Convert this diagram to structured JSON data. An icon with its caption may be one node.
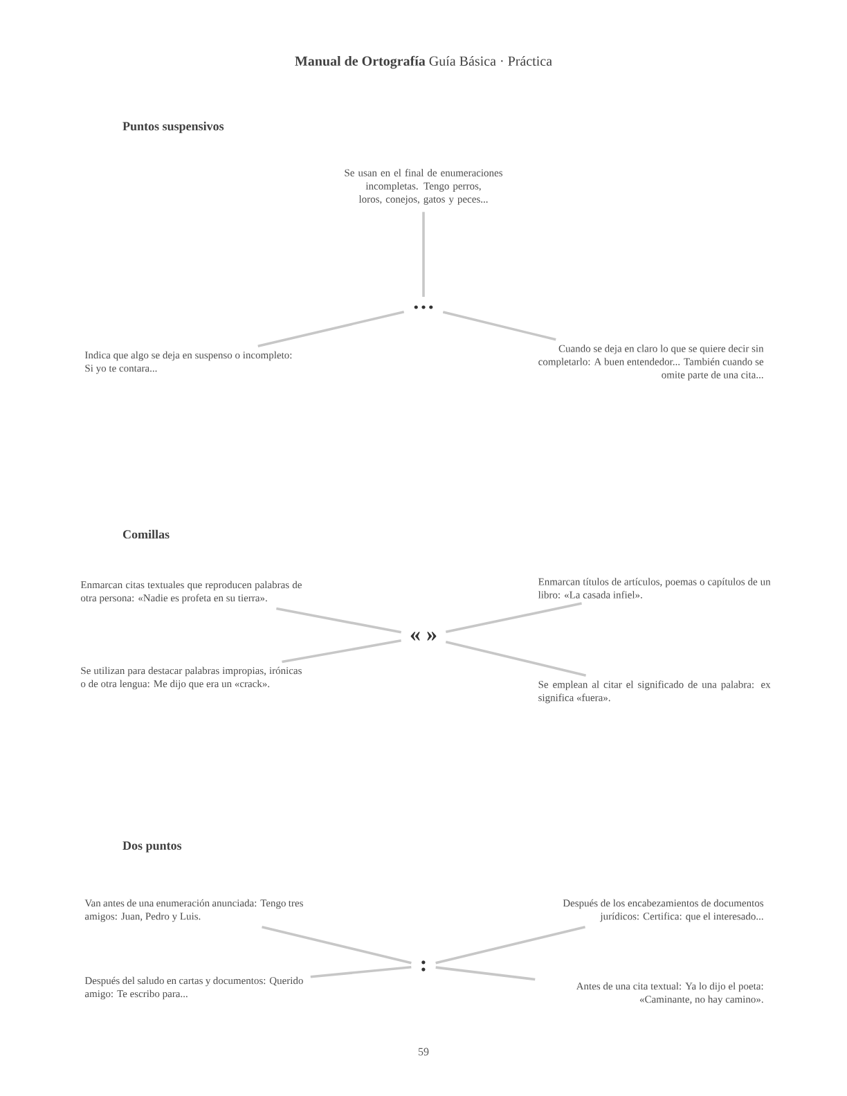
{
  "diagram": {
    "title": "**Manual de Ortografía** Guía Básica · Práctica",
    "nodes": [
      {
        "text": [
          "Se usan en el final de enumeraciones incompletas. Tengo perros, loros, conejos, gatos y peces..."
        ]
      },
      {
        "text": [
          "…"
        ]
      },
      {
        "text": [
          "Indica que algo se deja en suspenso o incompleto: Si yo te contara..."
        ]
      },
      {
        "text": [
          "Cuando se deja en claro lo que se quiere decir sin completarlo: A buen entendedor... También cuando se omite parte de una cita..."
        ]
      },
      {
        "text": [
          "Enmarcan citas textuales que reproducen palabras de otra persona: «Nadie es profeta en su tierra»."
        ]
      },
      {
        "text": [
          "« »"
        ]
      },
      {
        "text": [
          "Se utilizan para destacar palabras impropias, irónicas o de otra lengua: Me dijo que era un «crack»."
        ]
      },
      {
        "text": [
          "Enmarcan títulos de artículos, poemas o capítulos de un libro: «La casada infiel»."
        ]
      },
      {
        "text": [
          "Se emplean al citar el significado de una palabra: ex significa «fuera»."
        ]
      },
      {
        "text": [
          "Van antes de una enumeración anunciada: Tengo tres amigos: Juan, Pedro y Luis."
        ]
      },
      {
        "text": [
          ":"
        ]
      },
      {
        "text": [
          "Después del saludo en cartas y documentos: Querido amigo: Te escribo para..."
        ]
      },
      {
        "text": [
          "Después de los encabezamientos de documentos jurídicos: Certifica: que el interesado..."
        ]
      },
      {
        "text": [
          "Antes de una cita textual: Ya lo dijo el poeta: «Caminante, no hay camino»."
        ]
      }
    ],
    "edges": [
      {
        "from": 0,
        "to": 1,
        "arrow": "none"
      },
      {
        "from": 1,
        "to": 2,
        "arrow": "none"
      },
      {
        "from": 1,
        "to": 3,
        "arrow": "none"
      },
      {
        "from": 4,
        "to": 5,
        "arrow": "none"
      },
      {
        "from": 6,
        "to": 5,
        "arrow": "none"
      },
      {
        "from": 5,
        "to": 7,
        "arrow": "none"
      },
      {
        "from": 5,
        "to": 8,
        "arrow": "none"
      },
      {
        "from": 9,
        "to": 10,
        "arrow": "none"
      },
      {
        "from": 11,
        "to": 10,
        "arrow": "none"
      },
      {
        "from": 10,
        "to": 12,
        "arrow": "none"
      },
      {
        "from": 10,
        "to": 13,
        "arrow": "none"
      }
    ],
    "labels": [
      "Puntos suspensivos",
      "Comillas",
      "Dos puntos",
      "59"
    ]
  }
}
